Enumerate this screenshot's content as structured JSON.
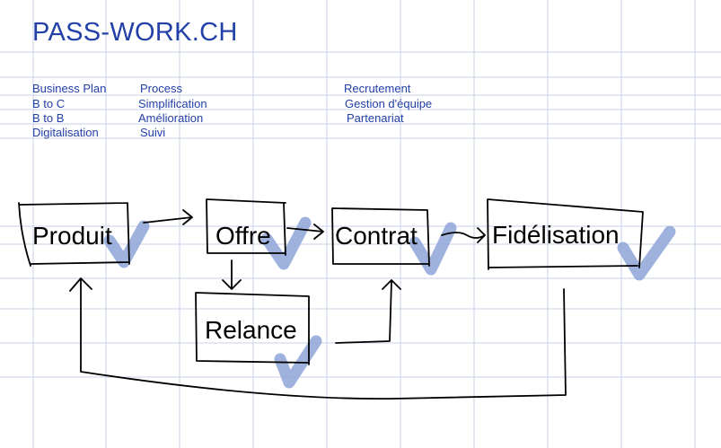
{
  "title": "PASS-WORK.CH",
  "col1": [
    "Business Plan",
    "B to C",
    "B to B",
    "Digitalisation"
  ],
  "col2": [
    "Process",
    "Simplification",
    "Amélioration",
    "Suivi"
  ],
  "col3": [
    "Recrutement",
    "Gestion d'équipe",
    "Partenariat"
  ],
  "flow": {
    "produit": "Produit",
    "offre": "Offre",
    "contrat": "Contrat",
    "fidelisation": "Fidélisation",
    "relance": "Relance"
  },
  "colors": {
    "ink": "#000000",
    "blue_text": "#2240a8",
    "grid": "#c8d2e6",
    "check": "#8ea4d8"
  }
}
